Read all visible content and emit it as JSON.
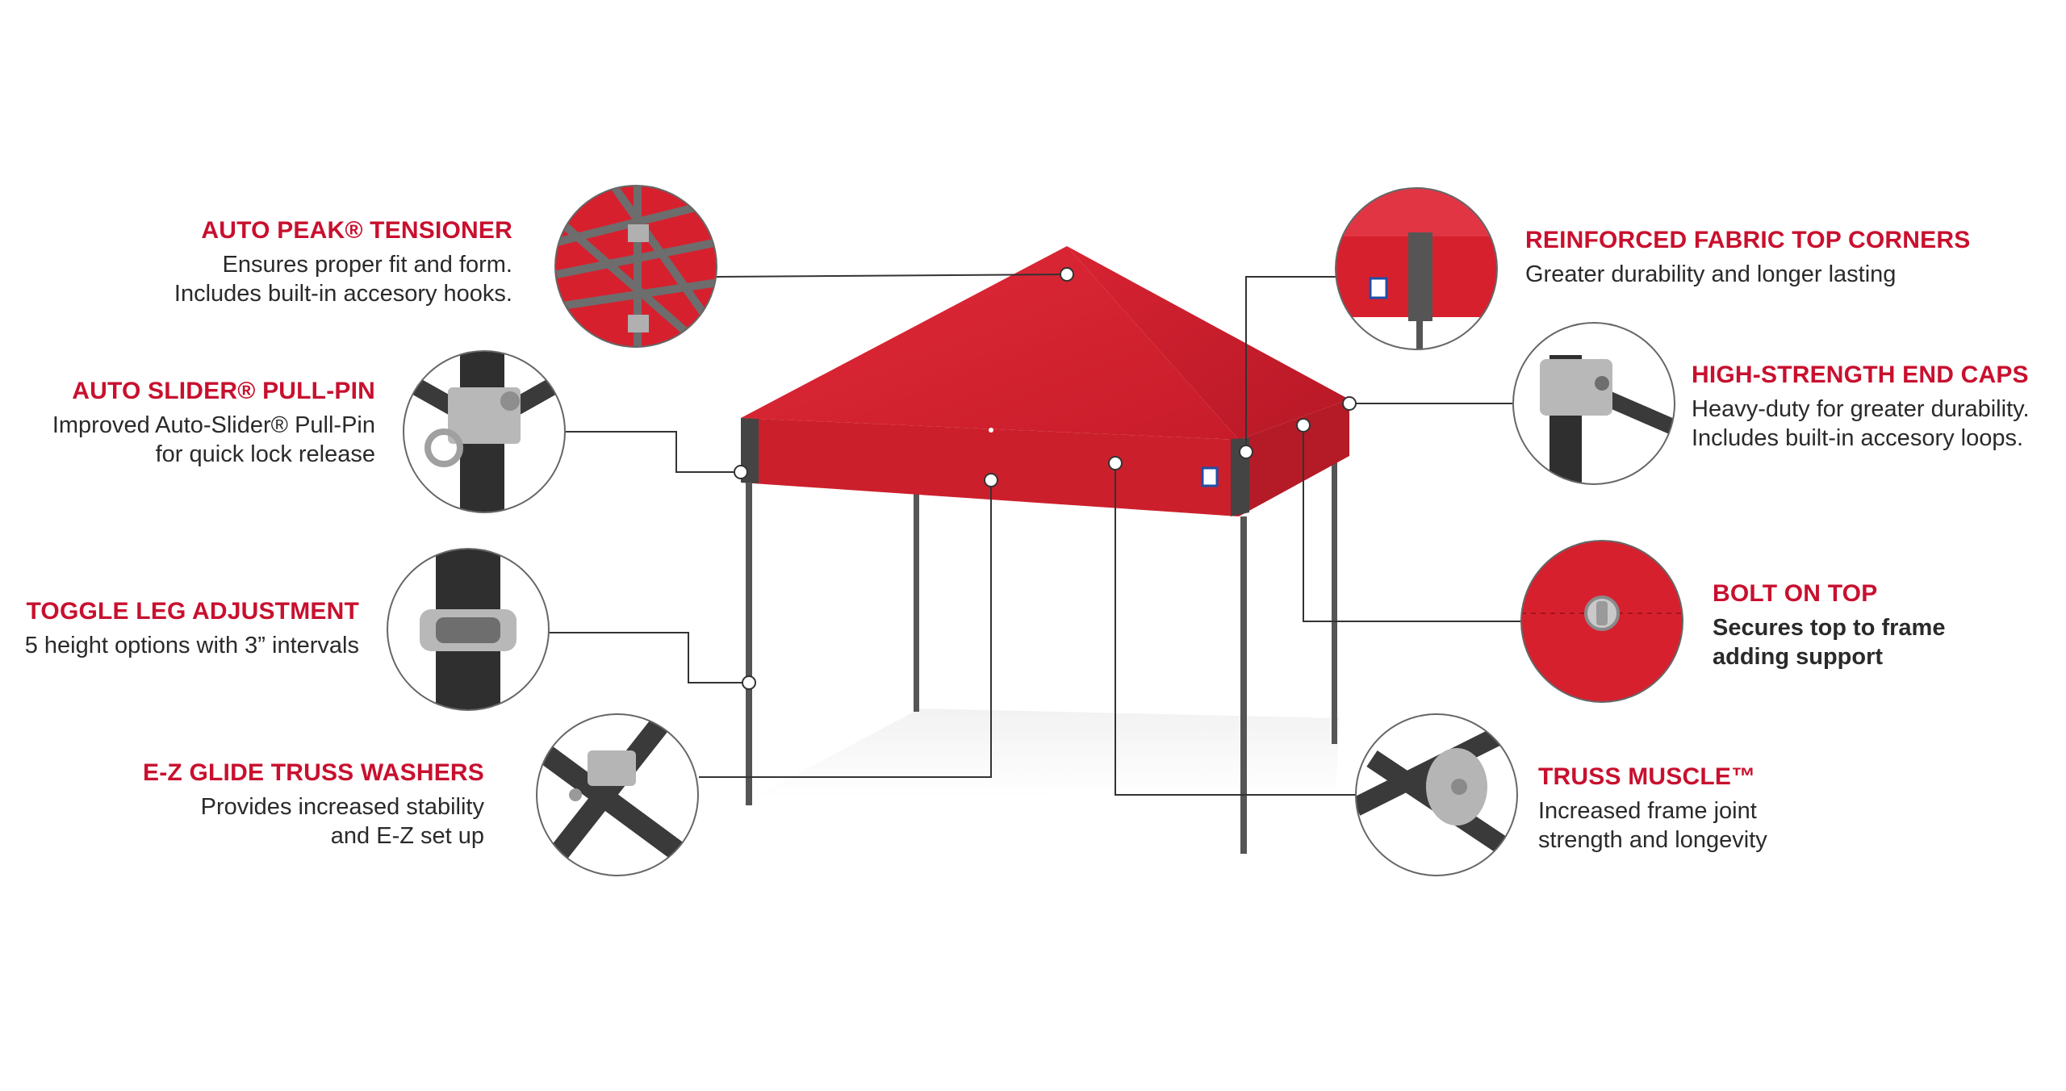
{
  "colors": {
    "accent": "#c8102e",
    "canopy": "#d7202e",
    "frame": "#444444",
    "text": "#2a2a2a"
  },
  "features": {
    "auto_peak": {
      "title": "AUTO PEAK® TENSIONER",
      "line1": "Ensures proper fit and form.",
      "line2": "Includes built-in accesory hooks."
    },
    "auto_slider": {
      "title": "AUTO SLIDER® PULL-PIN",
      "line1": "Improved Auto-Slider® Pull-Pin",
      "line2": "for quick lock release"
    },
    "toggle_leg": {
      "title": "TOGGLE LEG ADJUSTMENT",
      "line1": "5 height options with 3” intervals"
    },
    "truss_washers": {
      "title": "E-Z GLIDE TRUSS WASHERS",
      "line1": "Provides increased stability",
      "line2": "and E-Z set up"
    },
    "fabric_corners": {
      "title": "REINFORCED FABRIC TOP CORNERS",
      "line1": "Greater durability and longer lasting"
    },
    "end_caps": {
      "title": "HIGH-STRENGTH END CAPS",
      "line1": "Heavy-duty for greater durability.",
      "line2": "Includes built-in accesory loops."
    },
    "bolt_top": {
      "title": "BOLT ON TOP",
      "line1": "Secures top to frame",
      "line2": "adding support"
    },
    "truss_muscle": {
      "title": "TRUSS MUSCLE™",
      "line1": "Increased frame joint",
      "line2": "strength and longevity"
    }
  }
}
